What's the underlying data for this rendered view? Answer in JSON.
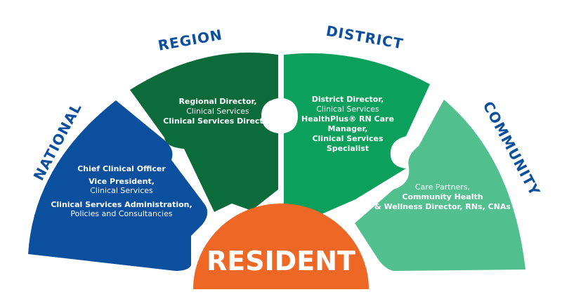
{
  "colors": {
    "national": "#0b4f9f",
    "region": "#0b6b3a",
    "district": "#0ba05c",
    "community": "#52bf8f",
    "resident": "#ef6724",
    "label": "#0b4f9f"
  },
  "labels": {
    "national": "NATIONAL",
    "region": "REGION",
    "district": "DISTRICT",
    "community": "COMMUNITY"
  },
  "national": {
    "lines": [
      "Chief Clinical Officer",
      "Vice President,",
      "Clinical Services",
      "Clinical Services Administration,",
      "Policies and Consultancies"
    ]
  },
  "region": {
    "lines": [
      "Regional Director,",
      "Clinical Services",
      "Clinical Services Director"
    ]
  },
  "district": {
    "lines": [
      "District Director,",
      "Clinical Services",
      "HealthPlus® RN Care",
      "Manager,",
      "Clinical Services",
      "Specialist"
    ]
  },
  "community": {
    "lines": [
      "Care Partners,",
      "Community Health",
      "& Wellness Director, RNs, CNAs"
    ]
  },
  "resident": {
    "label": "RESIDENT"
  }
}
